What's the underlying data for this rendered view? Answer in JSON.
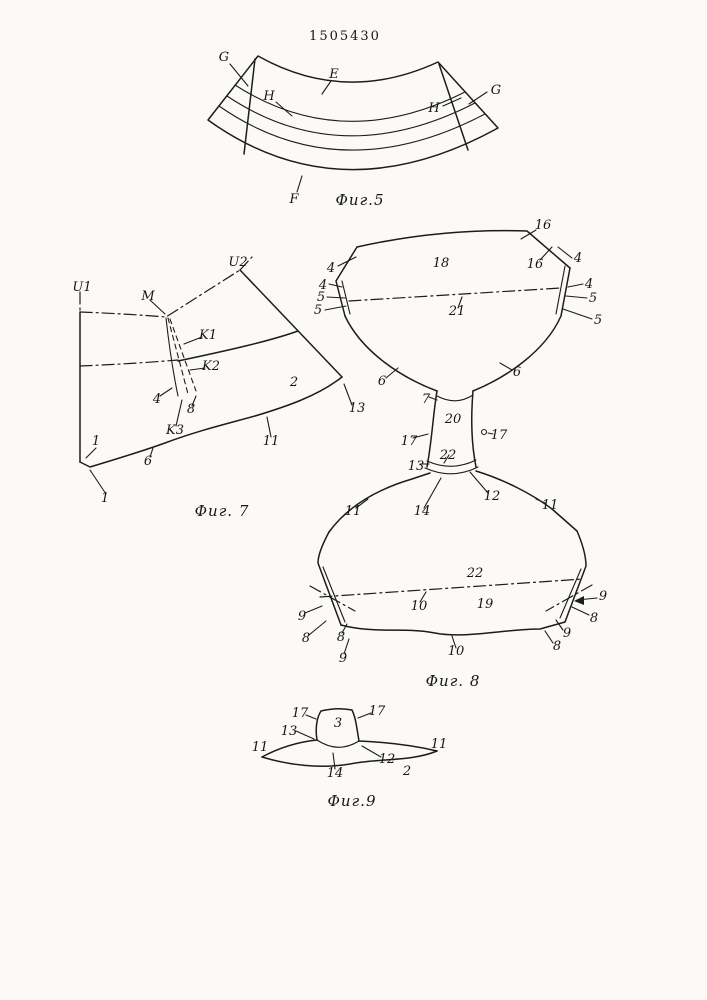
{
  "patent_number": "1505430",
  "fig5": {
    "caption": "Фиг.5",
    "labels": [
      "G",
      "E",
      "H",
      "H",
      "G",
      "F"
    ]
  },
  "fig7": {
    "caption": "Фиг. 7",
    "labels": [
      "U1",
      "U2",
      "M",
      "K1",
      "K2",
      "K3",
      "4",
      "8",
      "2",
      "13",
      "11",
      "1",
      "6",
      "1"
    ]
  },
  "fig8": {
    "caption": "Фиг. 8",
    "labels": [
      "16",
      "4",
      "18",
      "16",
      "4",
      "4",
      "4",
      "5",
      "5",
      "5",
      "5",
      "21",
      "6",
      "6",
      "7",
      "20",
      "17",
      "17",
      "22",
      "13",
      "12",
      "14",
      "11",
      "11",
      "22",
      "10",
      "19",
      "9",
      "8",
      "8",
      "9",
      "9",
      "8",
      "9",
      "8",
      "10"
    ]
  },
  "fig9": {
    "caption": "Фиг.9",
    "labels": [
      "17",
      "3",
      "17",
      "13",
      "11",
      "11",
      "14",
      "12",
      "2"
    ]
  }
}
